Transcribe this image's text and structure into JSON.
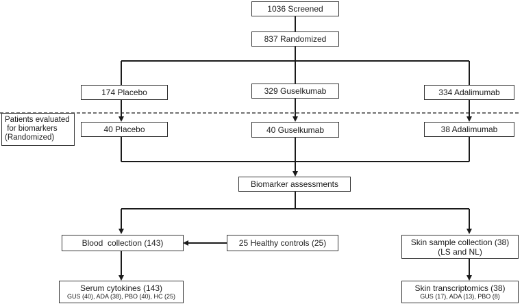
{
  "boxes": {
    "screened": "1036 Screened",
    "randomized": "837 Randomized",
    "placebo": "174 Placebo",
    "guselkumab": "329 Guselkumab",
    "adalimumab": "334 Adalimumab",
    "placebo_eval": "40 Placebo",
    "guselkumab_eval": "40 Guselkumab",
    "adalimumab_eval": "38 Adalimumab",
    "biomarker": "Biomarker assessments",
    "blood": "Blood  collection (143)",
    "healthy": "25 Healthy controls (25)",
    "skin": "Skin sample collection (38)",
    "skin_sub": "(LS and NL)",
    "serum": "Serum cytokines (143)",
    "serum_sub": "GUS (40), ADA (38), PBO (40), HC (25)",
    "transcript": "Skin transcriptomics (38)",
    "transcript_sub": "GUS (17), ADA (13), PBO (8)"
  },
  "note": {
    "line1": "Patients evaluated",
    "line2": " for biomarkers",
    "line3": "(Randomized)"
  }
}
